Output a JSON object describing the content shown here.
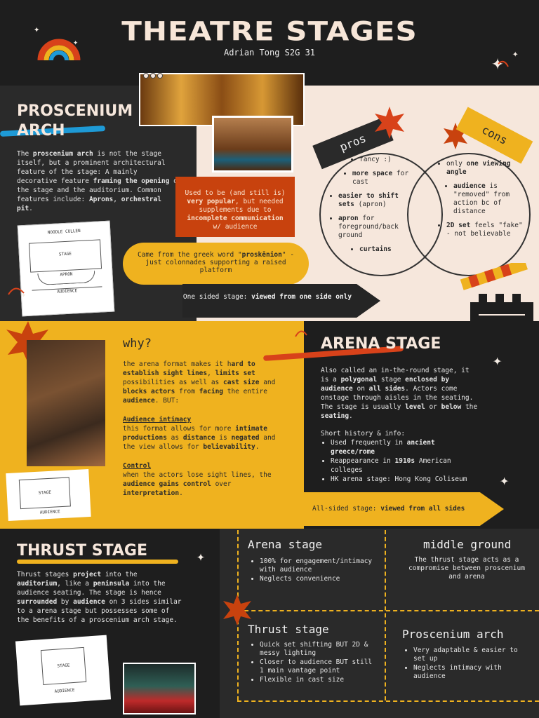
{
  "header": {
    "title": "THEATRE STAGES",
    "author": "Adrian Tong S2G 31"
  },
  "proscenium": {
    "title_line1": "PROSCENIUM",
    "title_line2": "ARCH",
    "body_1": "The ",
    "body_bold_1": "proscenium arch",
    "body_2": " is not the stage itself, but a prominent architectural feature of the stage: A mainly decorative feature ",
    "body_bold_2": "framing the opening",
    "body_3": " o the stage and the auditorium. Common features include: ",
    "body_bold_3": "Aprons",
    "body_4": ", ",
    "body_bold_4": "orchestral pit",
    "body_5": ".",
    "red_box_1": "Used to be (and still is) ",
    "red_box_bold_1": "very popular",
    "red_box_2": ", but needed supplements due to ",
    "red_box_bold_2": "incomplete communication",
    "red_box_3": " w/ audience",
    "yellow_1": "Came from the greek word \"",
    "yellow_bold": "proskēnion",
    "yellow_2": "\" - just colonnades supporting a raised platform",
    "one_sided_1": "One sided stage: ",
    "one_sided_bold": "viewed from one side only",
    "diagram_top": "NOODLE CULLEN",
    "diagram_stage": "STAGE",
    "diagram_apron": "APRON",
    "diagram_audience": "AUDIENCE"
  },
  "venn": {
    "pros_tag": "pros",
    "cons_tag": "cons",
    "pros": [
      {
        "pre": "fancy :)",
        "bold": "",
        "post": ""
      },
      {
        "pre": "",
        "bold": "more space",
        "post": " for cast"
      },
      {
        "pre": "",
        "bold": "easier to shift sets",
        "post": " (apron)"
      },
      {
        "pre": "",
        "bold": "apron",
        "post": " for foreground/back ground"
      },
      {
        "pre": "",
        "bold": "curtains",
        "post": ""
      }
    ],
    "cons": [
      {
        "pre": "only ",
        "bold": "one viewing angle",
        "post": ""
      },
      {
        "pre": "",
        "bold": "audience",
        "post": " is \"removed\" from action bc of distance"
      },
      {
        "pre": "",
        "bold": "2D set",
        "post": " feels \"fake\" - not believable"
      }
    ]
  },
  "arena": {
    "why_title": "why?",
    "why_1": "the arena format makes it h",
    "why_bold_1": "ard to establish sight lines",
    "why_2": ", ",
    "why_bold_2": "limits set",
    "why_3": " possibilities as well as ",
    "why_bold_3": "cast size",
    "why_4": " and ",
    "why_bold_4": "blocks actors",
    "why_5": " from ",
    "why_bold_5": "facing",
    "why_6": " the entire ",
    "why_bold_6": "audience",
    "why_7": ". BUT:",
    "intimacy_heading": "Audience intimacy",
    "intimacy_1": "this format allows for more ",
    "intimacy_bold_1": "intimate productions",
    "intimacy_2": " as ",
    "intimacy_bold_2": "distance",
    "intimacy_3": " is ",
    "intimacy_bold_3": "negated",
    "intimacy_4": " and the view allows for ",
    "intimacy_bold_4": "believability",
    "intimacy_5": ".",
    "control_heading": "Control",
    "control_1": "when the actors lose sight lines, the ",
    "control_bold_1": "audience gains control",
    "control_2": " over ",
    "control_bold_2": "interpretation",
    "control_3": ".",
    "title": "ARENA STAGE",
    "body_1": "Also called an in-the-round stage, it is a ",
    "body_bold_1": "polygonal",
    "body_2": " stage ",
    "body_bold_2": "enclosed by audience",
    "body_3": " on ",
    "body_bold_3": "all sides",
    "body_4": ". Actors come onstage through aisles in the seating. The stage is usually ",
    "body_bold_4": "level",
    "body_5": " or ",
    "body_bold_5": "below",
    "body_6": " the ",
    "body_bold_6": "seating",
    "body_7": ".",
    "history_heading": "Short history & info:",
    "history": [
      {
        "pre": "Used frequently in ",
        "bold": "ancient greece/rome",
        "post": ""
      },
      {
        "pre": "Reappearance in ",
        "bold": "1910s",
        "post": " American colleges"
      },
      {
        "pre": "HK arena stage: Hong Kong Coliseum",
        "bold": "",
        "post": ""
      }
    ],
    "all_sided_1": "All-sided stage: ",
    "all_sided_bold": "viewed from all sides",
    "diagram_stage": "STAGE",
    "diagram_audience": "AUDIENCE"
  },
  "thrust": {
    "title": "THRUST STAGE",
    "body_1": "Thrust stages ",
    "body_bold_1": "project",
    "body_2": " into the ",
    "body_bold_2": "auditorium",
    "body_3": ", like a ",
    "body_bold_3": "peninsula",
    "body_4": " into the audience seating. The stage is hence ",
    "body_bold_4": "surrounded",
    "body_5": " by ",
    "body_bold_5": "audience",
    "body_6": " on 3 sides similar to a arena stage but possesses some of the benefits of a proscenium arch stage.",
    "diagram_stage": "STAGE",
    "diagram_audience": "AUDIENCE"
  },
  "comparison": {
    "arena_title": "Arena stage",
    "arena_points": [
      "100% for engagement/intimacy with audience",
      "Neglects convenience"
    ],
    "middle_title": "middle ground",
    "middle_body": "The thrust stage acts as a compromise between proscenium and arena",
    "thrust_title": "Thrust stage",
    "thrust_points": [
      "Quick set shifting BUT 2D & messy lighting",
      "Closer to audience BUT still 1 main vantage point",
      "Flexible in cast size"
    ],
    "pros_title": "Proscenium arch",
    "pros_points": [
      "Very adaptable & easier to set up",
      "Neglects intimacy with audience"
    ]
  },
  "colors": {
    "dark": "#1e1e1e",
    "panel": "#2a2a2a",
    "cream": "#f6e7dc",
    "yellow": "#efb21f",
    "orange": "#c8420e",
    "blue": "#1e9ad6"
  },
  "icons": [
    "rainbow-icon",
    "sparkle-icon",
    "clapperboard-icon",
    "starburst-icon",
    "swoosh-icon"
  ]
}
